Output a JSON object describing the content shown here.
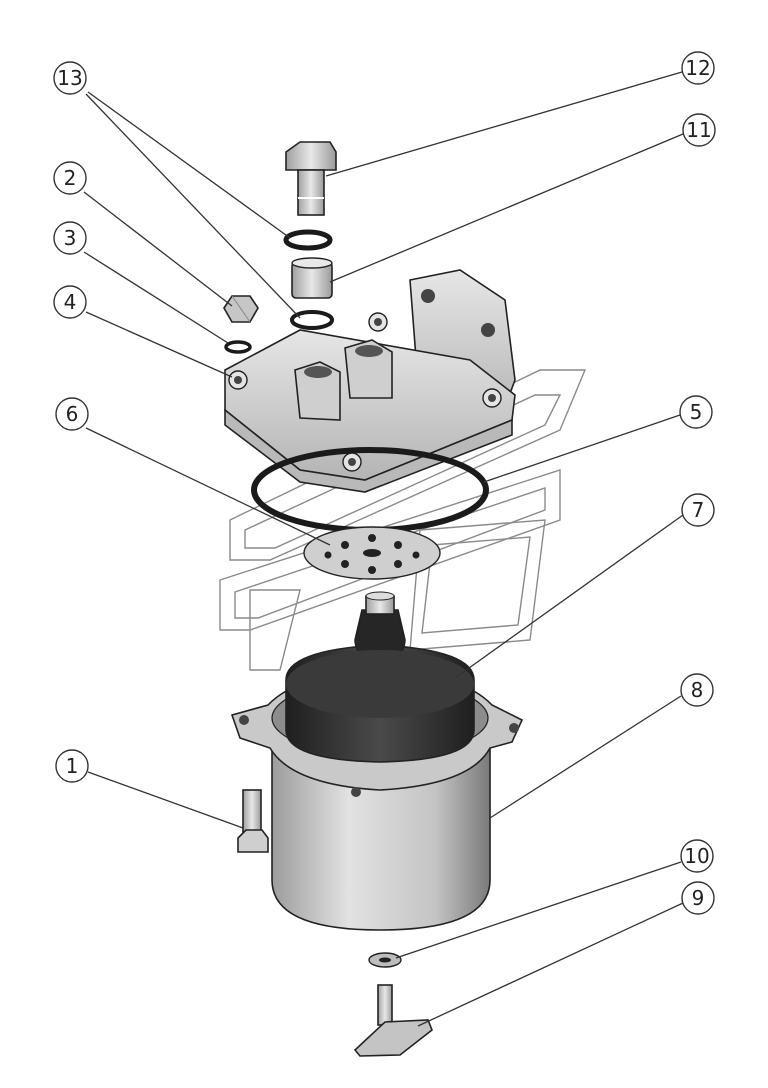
{
  "figure": {
    "callouts": [
      {
        "id": "1",
        "label": "1"
      },
      {
        "id": "2",
        "label": "2"
      },
      {
        "id": "3",
        "label": "3"
      },
      {
        "id": "4",
        "label": "4"
      },
      {
        "id": "5",
        "label": "5"
      },
      {
        "id": "6",
        "label": "6"
      },
      {
        "id": "7",
        "label": "7"
      },
      {
        "id": "8",
        "label": "8"
      },
      {
        "id": "9",
        "label": "9"
      },
      {
        "id": "10",
        "label": "10"
      },
      {
        "id": "11",
        "label": "11"
      },
      {
        "id": "12",
        "label": "12"
      },
      {
        "id": "13",
        "label": "13"
      }
    ]
  },
  "colors": {
    "metal_light": "#d6d6d6",
    "metal_mid": "#a8a8a8",
    "metal_dark": "#6e6e6e",
    "seal": "#1a1a1a",
    "element_dark": "#2e2e2e",
    "watermark": "#8a8a8a"
  }
}
